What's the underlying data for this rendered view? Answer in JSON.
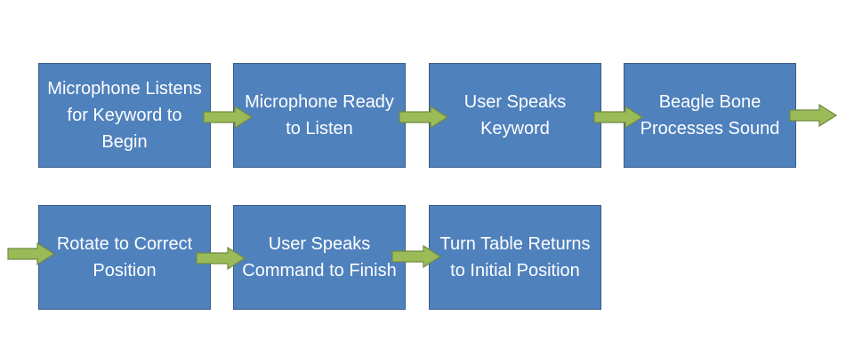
{
  "flow": {
    "steps": [
      "Microphone Listens for Keyword to Begin",
      "Microphone Ready to Listen",
      "User Speaks Keyword",
      "Beagle Bone Processes Sound",
      "Rotate to Correct Position",
      "User Speaks Command to Finish",
      "Turn Table Returns to Initial Position"
    ]
  },
  "colors": {
    "box_fill": "#4f81bd",
    "box_border": "#385d8a",
    "arrow_fill": "#9bbb59",
    "arrow_border": "#71893f",
    "text": "#ffffff"
  }
}
